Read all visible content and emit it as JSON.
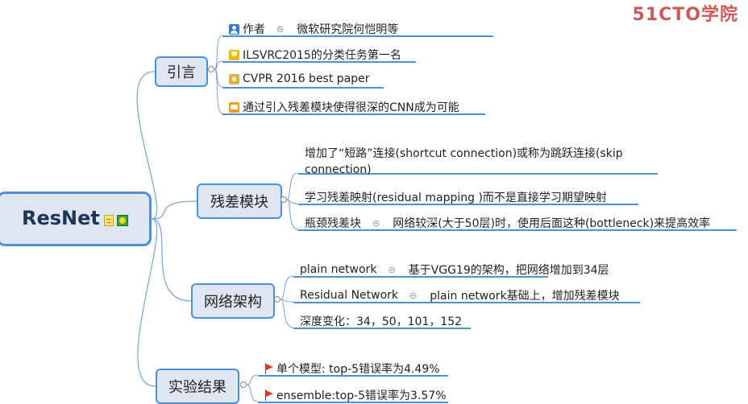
{
  "watermark": "51CTO学院",
  "root": {
    "label": "ResNet",
    "icons": [
      "note-icon",
      "smiley-icon"
    ]
  },
  "branches": [
    {
      "label": "引言",
      "leaves": [
        {
          "icon": "person-icon",
          "text": "作者",
          "detail": "微软研究院何恺明等"
        },
        {
          "icon": "trophy-icon",
          "text": "ILSVRC2015的分类任务第一名"
        },
        {
          "icon": "medal-icon",
          "text": "CVPR 2016 best paper"
        },
        {
          "icon": "bulb-icon",
          "text": "通过引入残差模块使得很深的CNN成为可能"
        }
      ]
    },
    {
      "label": "残差模块",
      "leaves": [
        {
          "text": "增加了“短路”连接(shortcut connection)或称为跳跃连接(skip",
          "text2": "connection)"
        },
        {
          "text": "学习残差映射(residual mapping )而不是直接学习期望映射"
        },
        {
          "text": "瓶颈残差块",
          "detail": "网络较深(大于50层)时，使用后面这种(bottleneck)来提高效率"
        }
      ]
    },
    {
      "label": "网络架构",
      "leaves": [
        {
          "text": "plain network",
          "detail": "基于VGG19的架构，把网络增加到34层"
        },
        {
          "text": "Residual Network",
          "detail": "plain network基础上，增加残差模块"
        },
        {
          "text": "深度变化：34，50，101，152"
        }
      ]
    },
    {
      "label": "实验结果",
      "leaves": [
        {
          "icon": "flag-icon",
          "text": "单个模型: top-5错误率为4.49%"
        },
        {
          "icon": "flag-icon",
          "text": "ensemble:top-5错误率为3.57%"
        }
      ]
    }
  ]
}
